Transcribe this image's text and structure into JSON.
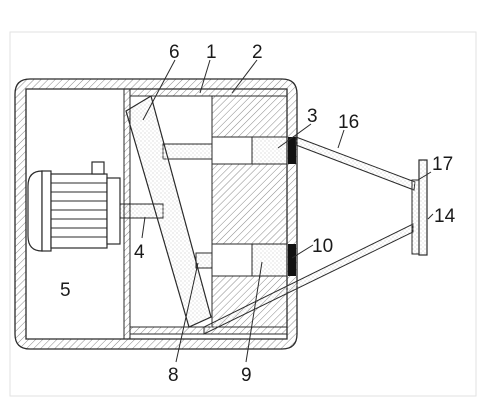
{
  "labels": {
    "l1": "1",
    "l2": "2",
    "l3": "3",
    "l4": "4",
    "l5": "5",
    "l6": "6",
    "l8": "8",
    "l9": "9",
    "l10": "10",
    "l14": "14",
    "l16": "16",
    "l17": "17"
  },
  "colors": {
    "ink": "#2b2b2b",
    "hatch": "#8a8a8a",
    "dot": "#b5b5b5",
    "border": "#e2e2e2",
    "seal": "#111111"
  }
}
